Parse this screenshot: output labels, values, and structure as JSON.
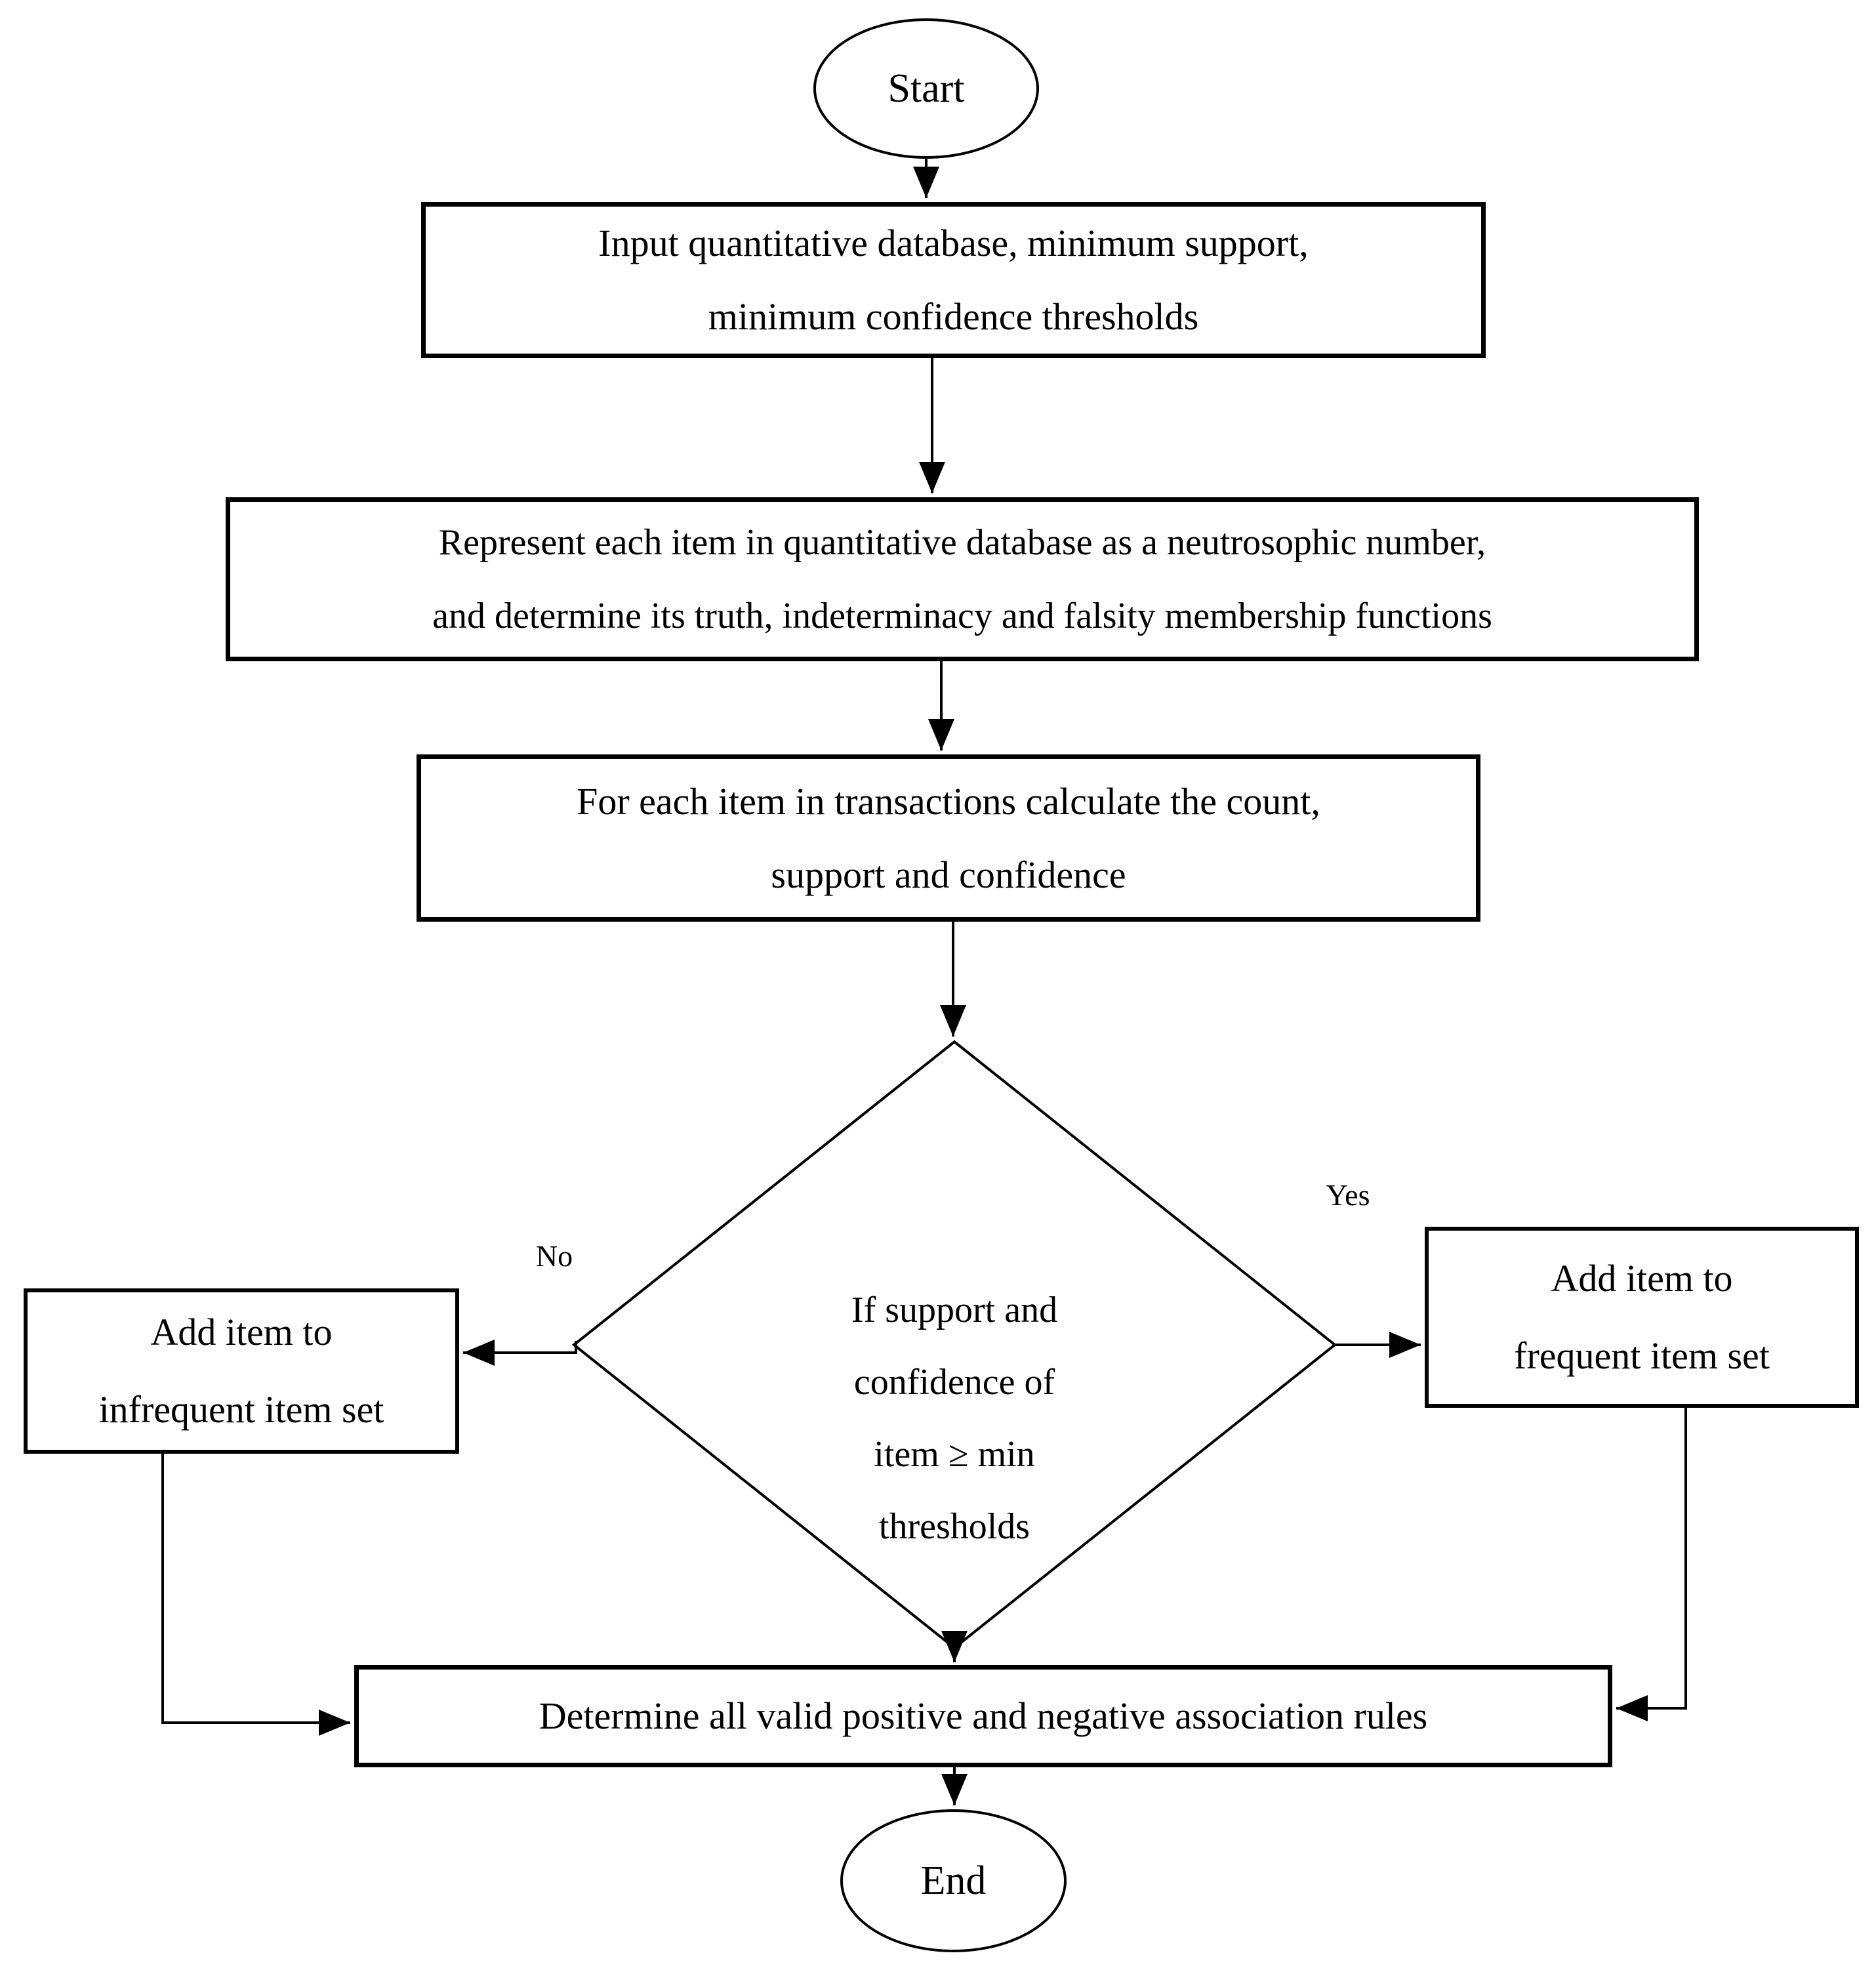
{
  "flowchart": {
    "title": "Association rule mining flowchart",
    "colors": {
      "stroke": "#000000",
      "node_fill": "#ffffff",
      "text": "#000000"
    },
    "nodes": {
      "start": {
        "type": "terminator",
        "label": "Start"
      },
      "input": {
        "type": "process",
        "label": "Input quantitative database, minimum support,\nminimum confidence thresholds"
      },
      "represent": {
        "type": "process",
        "label": "Represent each item in quantitative database as a neutrosophic number,\nand determine its truth, indeterminacy and falsity membership functions"
      },
      "calculate": {
        "type": "process",
        "label": "For each item in transactions calculate the count,\nsupport and confidence"
      },
      "decision": {
        "type": "decision",
        "label": "If support and\nconfidence of\nitem ≥ min\nthresholds"
      },
      "infrequent": {
        "type": "process",
        "label": "Add item to\ninfrequent item set"
      },
      "frequent": {
        "type": "process",
        "label": "Add item to\nfrequent item set"
      },
      "rules": {
        "type": "process",
        "label": "Determine all valid positive and negative association rules"
      },
      "end": {
        "type": "terminator",
        "label": "End"
      }
    },
    "edges": {
      "no_label": "No",
      "yes_label": "Yes"
    }
  }
}
